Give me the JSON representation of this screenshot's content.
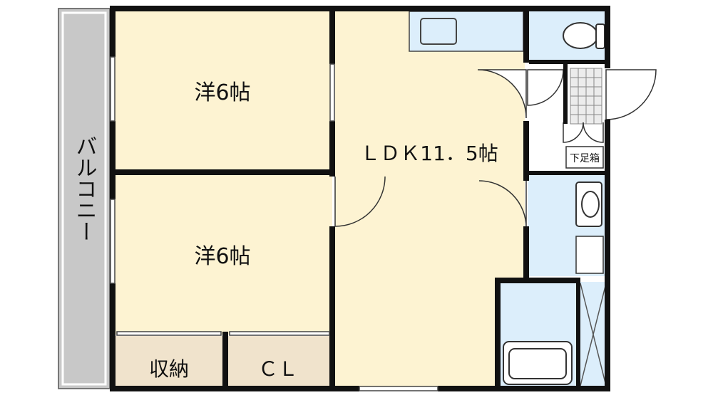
{
  "colors": {
    "room": "#fdf3d2",
    "storage": "#f0e3cc",
    "wet": "#dceefb",
    "balcony": "#c8c8c8",
    "wall": "#111111",
    "fixture": "#ffffff"
  },
  "rooms": {
    "western_room_top": "洋6帖",
    "western_room_bottom": "洋6帖",
    "ldk": "ＬＤＫ11．5帖",
    "storage": "収納",
    "closet": "ＣＬ",
    "shoe_cabinet": "下足箱",
    "balcony": "バルコニー"
  }
}
